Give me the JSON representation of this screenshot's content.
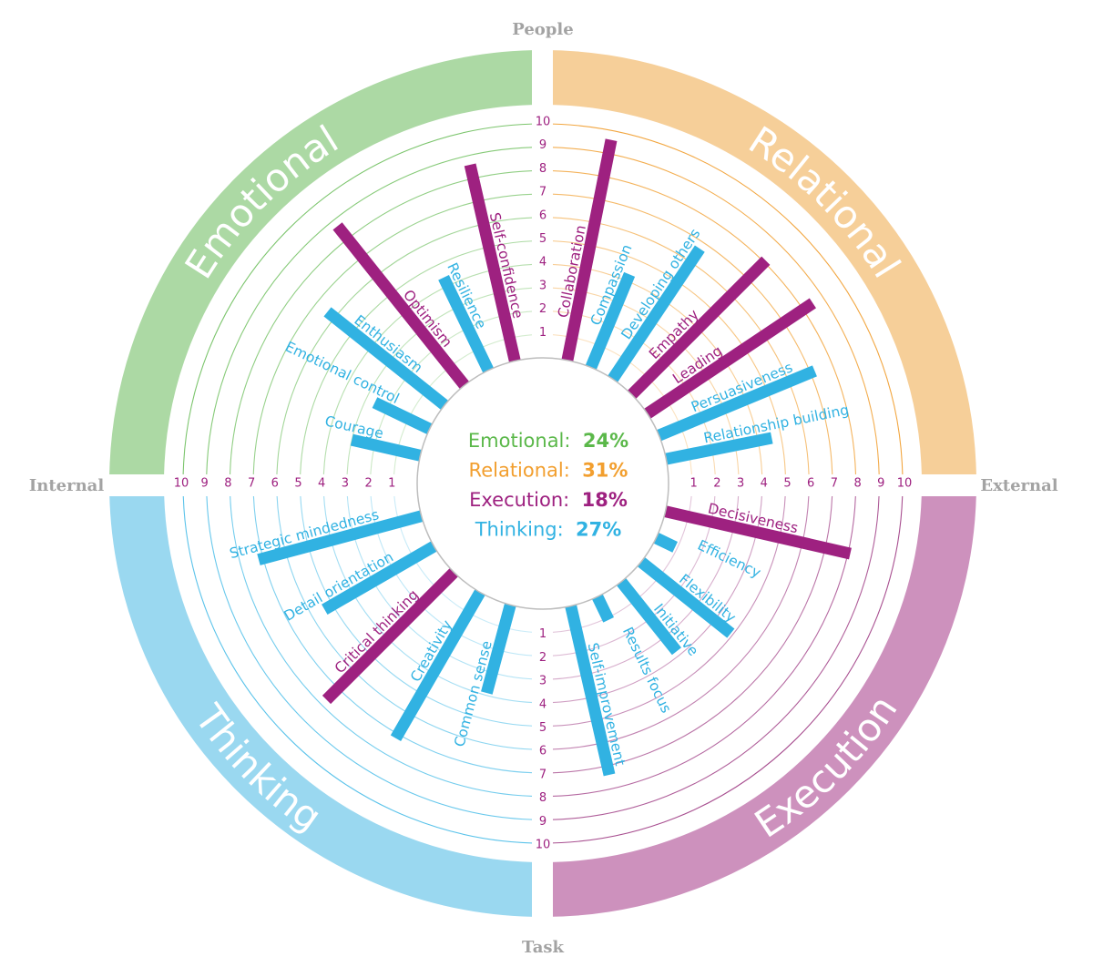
{
  "chart_data": {
    "type": "radial-bar",
    "title": "",
    "scale": {
      "min": 0,
      "max": 10,
      "ticks": [
        1,
        2,
        3,
        4,
        5,
        6,
        7,
        8,
        9,
        10
      ]
    },
    "axes": {
      "top": "People",
      "bottom": "Task",
      "left": "Internal",
      "right": "External"
    },
    "colors": {
      "purple": "#9e2180",
      "blue": "#31b2e2"
    },
    "quadrants": [
      {
        "name": "Relational",
        "percent": "31%",
        "color": "#f29f2f",
        "band": "#f6cf99",
        "line": "#f2a640",
        "start": 0,
        "bars": [
          {
            "label": "Collaboration",
            "value": 9.6,
            "color": "purple"
          },
          {
            "label": "Compassion",
            "value": 4.3,
            "color": "blue"
          },
          {
            "label": "Developing others",
            "value": 6.7,
            "color": "blue"
          },
          {
            "label": "Empathy",
            "value": 8.1,
            "color": "purple"
          },
          {
            "label": "Leading",
            "value": 8.5,
            "color": "purple"
          },
          {
            "label": "Persuasiveness",
            "value": 7.2,
            "color": "blue"
          },
          {
            "label": "Relationship building",
            "value": 4.6,
            "color": "blue"
          }
        ]
      },
      {
        "name": "Execution",
        "percent": "18%",
        "color": "#9e2180",
        "band": "#cd91bd",
        "line": "#a84f90",
        "start": 90,
        "bars": [
          {
            "label": "Decisiveness",
            "value": 8.1,
            "color": "purple"
          },
          {
            "label": "Efficiency",
            "value": 0.9,
            "color": "blue"
          },
          {
            "label": "Flexibility",
            "value": 4.9,
            "color": "blue"
          },
          {
            "label": "Initiative",
            "value": 3.8,
            "color": "blue"
          },
          {
            "label": "Results focus",
            "value": 1.1,
            "color": "blue"
          },
          {
            "label": "Self-improvement",
            "value": 7.4,
            "color": "blue"
          }
        ]
      },
      {
        "name": "Thinking",
        "percent": "27%",
        "color": "#31b2e2",
        "band": "#9ad8f0",
        "line": "#5bc3ea",
        "start": 180,
        "bars": [
          {
            "label": "Common sense",
            "value": 3.9,
            "color": "blue"
          },
          {
            "label": "Creativity",
            "value": 7.2,
            "color": "blue"
          },
          {
            "label": "Critical thinking",
            "value": 7.7,
            "color": "purple"
          },
          {
            "label": "Detail orientation",
            "value": 5.4,
            "color": "blue"
          },
          {
            "label": "Strategic mindedness",
            "value": 7.2,
            "color": "blue"
          }
        ]
      },
      {
        "name": "Emotional",
        "percent": "24%",
        "color": "#5bb84a",
        "band": "#acd9a4",
        "line": "#7cc56d",
        "start": 270,
        "bars": [
          {
            "label": "Courage",
            "value": 3.0,
            "color": "blue"
          },
          {
            "label": "Emotional control",
            "value": 2.6,
            "color": "blue"
          },
          {
            "label": "Enthusiasm",
            "value": 6.4,
            "color": "blue"
          },
          {
            "label": "Optimism",
            "value": 8.7,
            "color": "purple"
          },
          {
            "label": "Resilience",
            "value": 4.4,
            "color": "blue"
          },
          {
            "label": "Self-confidence",
            "value": 8.6,
            "color": "purple"
          }
        ]
      }
    ],
    "summary_order": [
      "Emotional",
      "Relational",
      "Execution",
      "Thinking"
    ]
  }
}
